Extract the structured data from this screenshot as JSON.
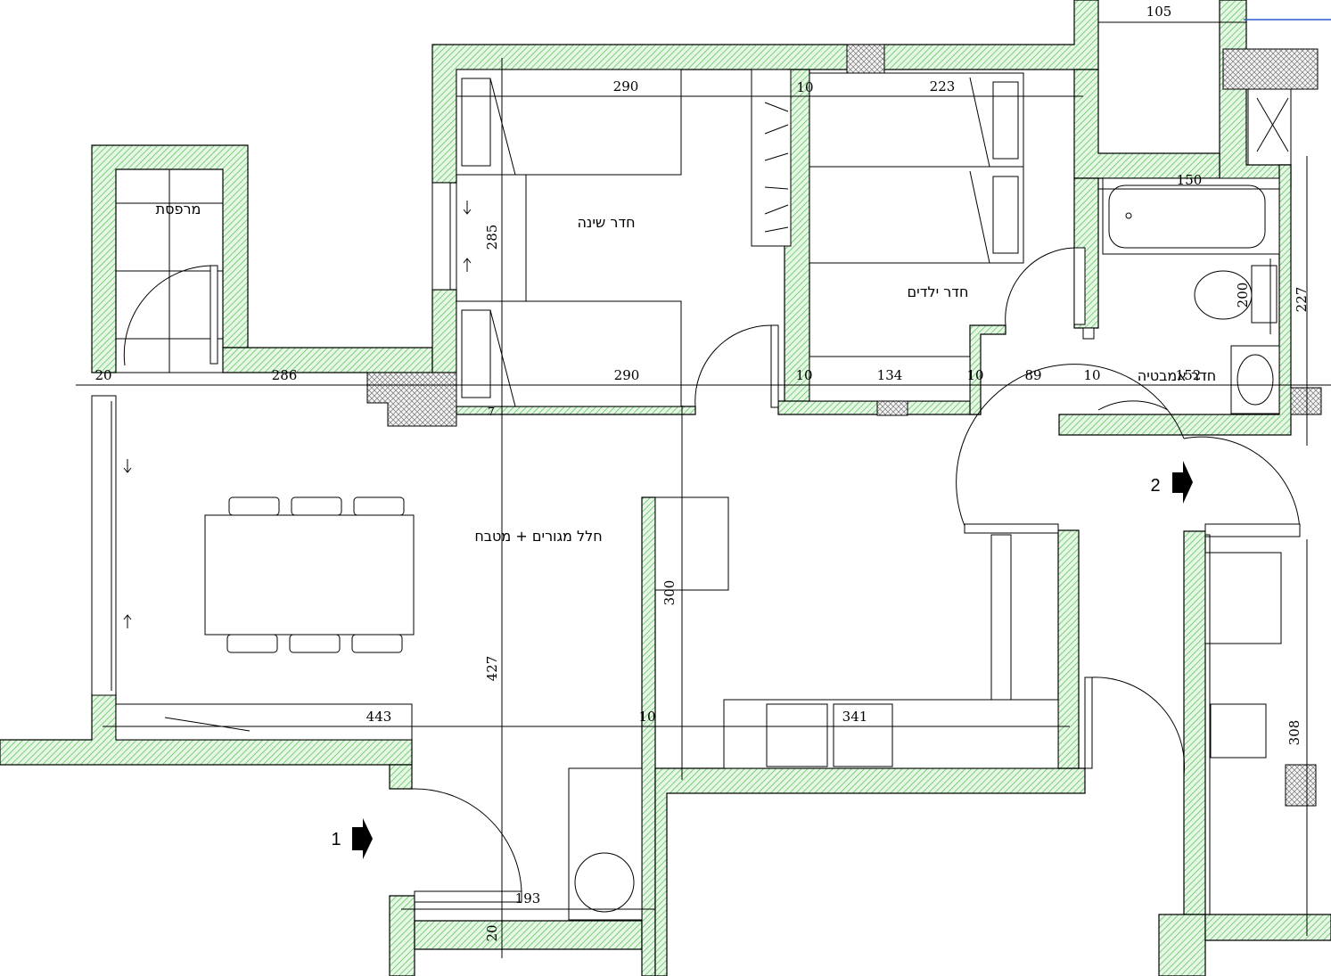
{
  "rooms": {
    "balcony": "מרפסת",
    "bedroom": "חדר שינה",
    "kids_room": "חדר ילדים",
    "living_kitchen": "חלל מגורים + מטבח",
    "bath": "חדר אמבטיה"
  },
  "dimensions": {
    "d105": "105",
    "d290_top": "290",
    "d10_a": "10",
    "d223": "223",
    "d150": "150",
    "d285": "285",
    "d200": "200",
    "d227": "227",
    "d20_a": "20",
    "d286": "286",
    "d290_bottom": "290",
    "d10_b": "10",
    "d134": "134",
    "d10_c": "10",
    "d89": "89",
    "d10_d": "10",
    "d152": "152",
    "d7": "7",
    "d300": "300",
    "d427": "427",
    "d443": "443",
    "d10_e": "10",
    "d341": "341",
    "d308": "308",
    "d193": "193",
    "d20_b": "20"
  },
  "entrances": {
    "e1": "1",
    "e2": "2"
  },
  "colors": {
    "wall_fill": "#cfeecf",
    "wall_hatch": "#6fcf6f",
    "accent_line": "#2a5cc8"
  }
}
